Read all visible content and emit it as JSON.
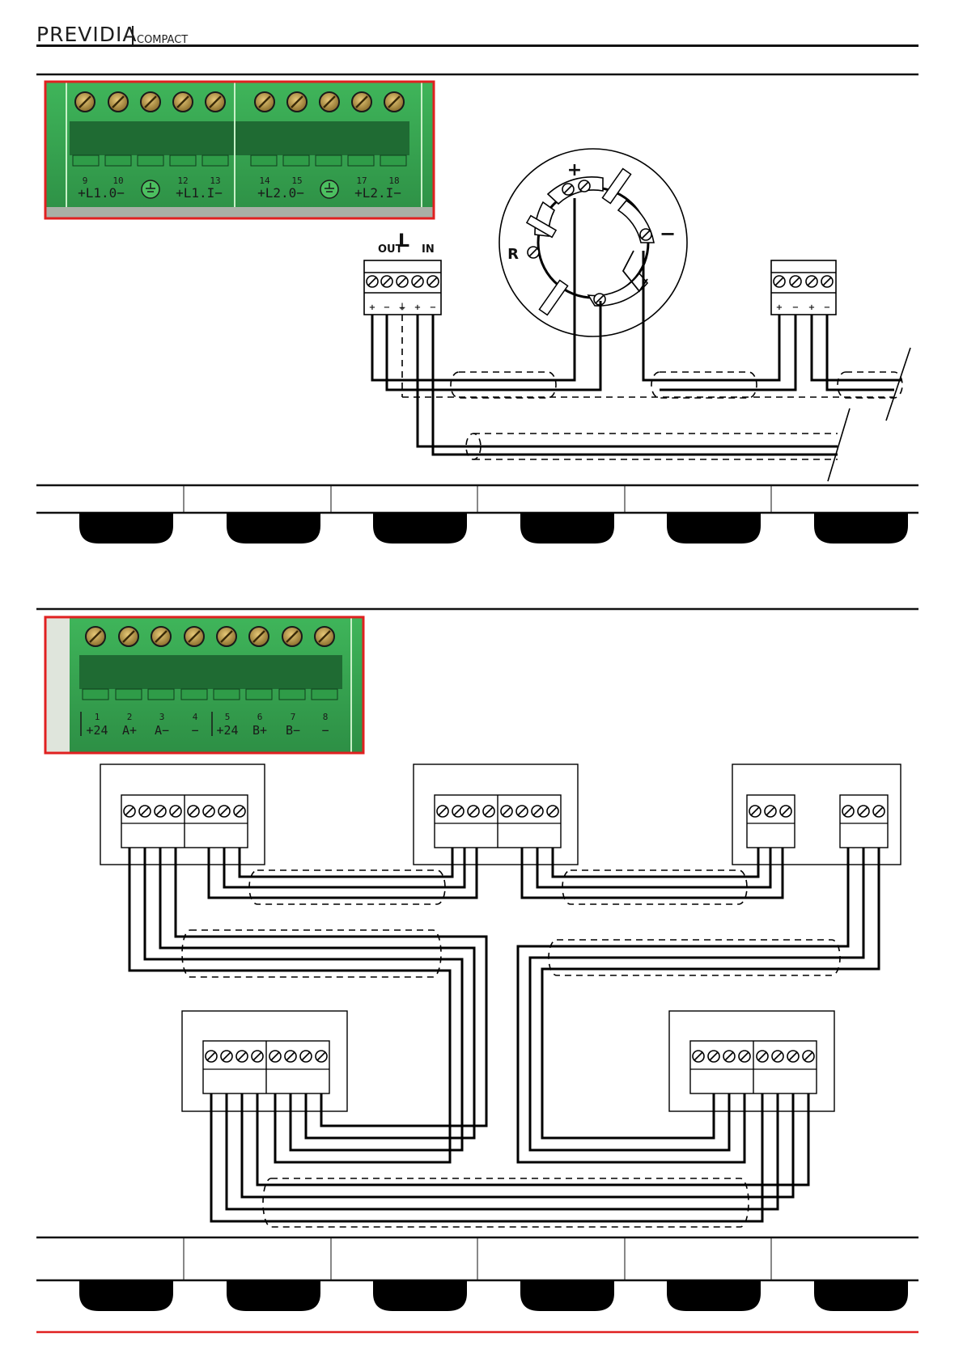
{
  "brand": {
    "name": "PREVIDIA",
    "sub": "COMPACT"
  },
  "colors": {
    "terminal_green": "#34a853",
    "frame_red": "#e02020",
    "wire": "#000000"
  },
  "loop_terminals": {
    "pins": [
      "9",
      "10",
      "12",
      "13",
      "14",
      "15",
      "17",
      "18"
    ],
    "labels": [
      "+L1.0−",
      "+L1.I−",
      "+L2.0−",
      "+L2.I−"
    ]
  },
  "rs485_terminals": {
    "pins": [
      "1",
      "2",
      "3",
      "4",
      "5",
      "6",
      "7",
      "8"
    ],
    "labels": [
      "+24",
      "A+",
      "A−",
      "−",
      "+24",
      "B+",
      "B−",
      "−"
    ]
  },
  "detector_base": {
    "terminal_label": "L",
    "out_label": "OUT",
    "in_label": "IN",
    "plus_label": "+",
    "minus_label": "−",
    "r_label": "R",
    "block_marks": [
      "+",
      "−",
      "⏚",
      "+",
      "−"
    ],
    "end_block_marks": [
      "+",
      "−",
      "+",
      "−"
    ]
  }
}
